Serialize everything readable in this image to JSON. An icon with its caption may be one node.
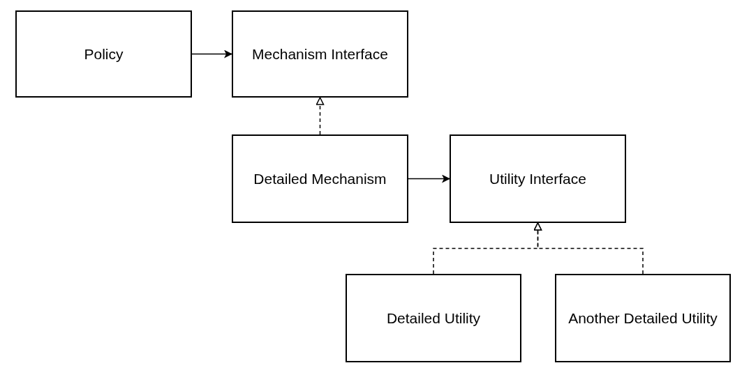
{
  "diagram": {
    "nodes": [
      {
        "text": [
          "Policy"
        ]
      },
      {
        "text": [
          "Mechanism Interface"
        ]
      },
      {
        "text": [
          "Detailed Mechanism"
        ]
      },
      {
        "text": [
          "Utility Interface"
        ]
      },
      {
        "text": [
          "Detailed Utility"
        ]
      },
      {
        "text": [
          "Another Detailed Utility"
        ]
      }
    ],
    "edges": [
      {
        "from": 0,
        "to": 1,
        "arrow": "to"
      },
      {
        "from": 2,
        "to": 1,
        "arrow": "to",
        "style": "dashed"
      },
      {
        "from": 2,
        "to": 3,
        "arrow": "to"
      },
      {
        "from": 4,
        "to": 3,
        "arrow": "to",
        "style": "dashed"
      },
      {
        "from": 5,
        "to": 3,
        "arrow": "to",
        "style": "dashed"
      }
    ]
  }
}
